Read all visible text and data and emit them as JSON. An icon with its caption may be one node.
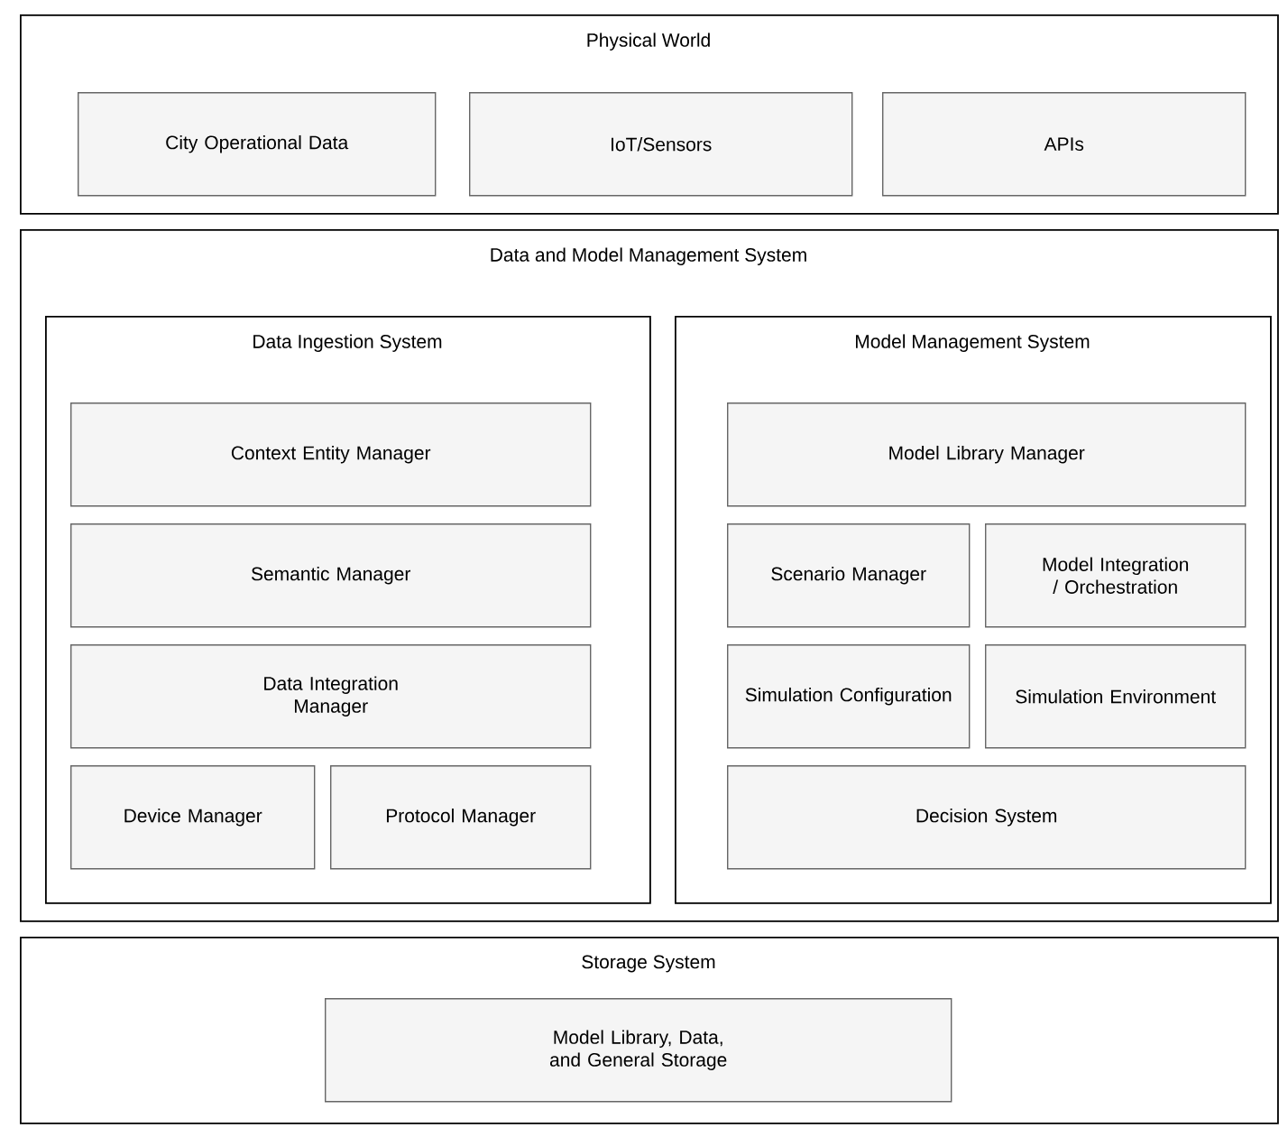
{
  "diagram": {
    "nodes": [
      {
        "text": [
          "Physical World"
        ]
      },
      {
        "text": [
          "City Operational Data"
        ],
        "in": 0
      },
      {
        "text": [
          "IoT/Sensors"
        ],
        "in": 0
      },
      {
        "text": [
          "APIs"
        ],
        "in": 0
      },
      {
        "text": [
          "Data and Model Management System"
        ]
      },
      {
        "text": [
          "Data Ingestion System"
        ],
        "in": 4
      },
      {
        "text": [
          "Context Entity Manager"
        ],
        "in": 5
      },
      {
        "text": [
          "Semantic Manager"
        ],
        "in": 5
      },
      {
        "text": [
          "Data Integration Manager"
        ],
        "in": 5
      },
      {
        "text": [
          "Device Manager"
        ],
        "in": 5
      },
      {
        "text": [
          "Protocol Manager"
        ],
        "in": 5
      },
      {
        "text": [
          "Model Management System"
        ],
        "in": 4
      },
      {
        "text": [
          "Model Library Manager"
        ],
        "in": 11
      },
      {
        "text": [
          "Scenario Manager"
        ],
        "in": 11
      },
      {
        "text": [
          "Model Integration / Orchestration"
        ],
        "in": 11
      },
      {
        "text": [
          "Simulation Configuration"
        ],
        "in": 11
      },
      {
        "text": [
          "Simulation Environment"
        ],
        "in": 11
      },
      {
        "text": [
          "Decision System"
        ],
        "in": 11
      },
      {
        "text": [
          "Storage System"
        ]
      },
      {
        "text": [
          "Model Library, Data, and General Storage"
        ],
        "in": 18
      }
    ]
  }
}
